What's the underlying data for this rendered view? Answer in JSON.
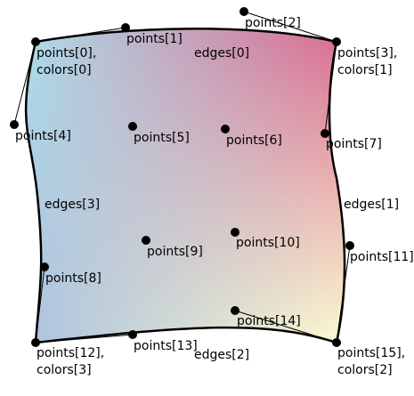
{
  "colors": {
    "corner_top_left": "#add8e6",
    "corner_top_right": "#db7093",
    "corner_bottom_right": "#fafad2",
    "corner_bottom_left": "#b0c4de",
    "outline": "#000000",
    "control_point": "#000000",
    "background": "#ffffff"
  },
  "labels": {
    "p0_line1": "points[0],",
    "p0_line2": "colors[0]",
    "p1": "points[1]",
    "p2": "points[2]",
    "p3_line1": "points[3],",
    "p3_line2": "colors[1]",
    "p4": "points[4]",
    "p5": "points[5]",
    "p6": "points[6]",
    "p7": "points[7]",
    "p8": "points[8]",
    "p9": "points[9]",
    "p10": "points[10]",
    "p11": "points[11]",
    "p12_line1": "points[12],",
    "p12_line2": "colors[3]",
    "p13": "points[13]",
    "p14": "points[14]",
    "p15_line1": "points[15],",
    "p15_line2": "colors[2]",
    "edge0": "edges[0]",
    "edge1": "edges[1]",
    "edge2": "edges[2]",
    "edge3": "edges[3]"
  }
}
